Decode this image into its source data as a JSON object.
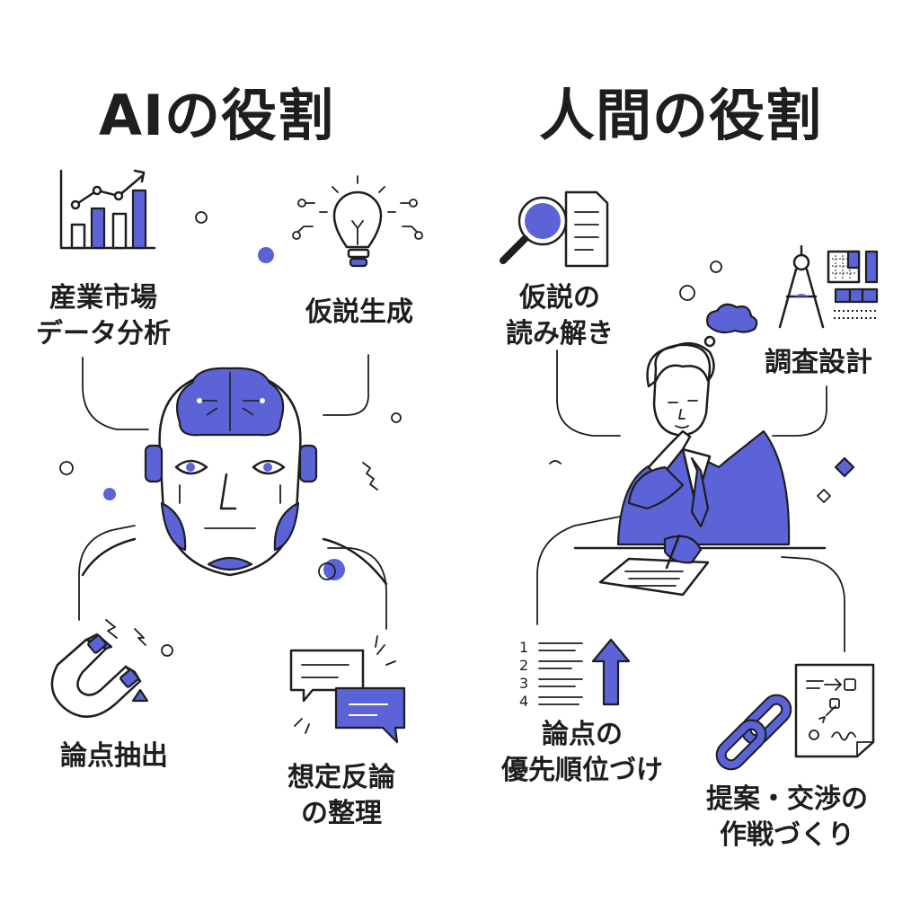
{
  "left": {
    "title": "AIの役割",
    "items": [
      {
        "id": "market",
        "lines": [
          "産業市場",
          "データ分析"
        ]
      },
      {
        "id": "hypo",
        "lines": [
          "仮説生成"
        ]
      },
      {
        "id": "issues",
        "lines": [
          "論点抽出"
        ]
      },
      {
        "id": "rebuttal",
        "lines": [
          "想定反論",
          "の整理"
        ]
      }
    ]
  },
  "right": {
    "title": "人間の役割",
    "items": [
      {
        "id": "read",
        "lines": [
          "仮説の",
          "読み解き"
        ]
      },
      {
        "id": "design",
        "lines": [
          "調査設計"
        ]
      },
      {
        "id": "priority",
        "lines": [
          "論点の",
          "優先順位づけ"
        ]
      },
      {
        "id": "strategy",
        "lines": [
          "提案・交渉の",
          "作戦づくり"
        ]
      }
    ],
    "priority_list_numbers": [
      "1",
      "2",
      "3",
      "4"
    ]
  },
  "colors": {
    "accent": "#5b63d6",
    "ink": "#1e1e1e",
    "bg": "#ffffff"
  },
  "icons": [
    "bar-chart-icon",
    "lightbulb-icon",
    "ai-robot-head-icon",
    "magnet-icon",
    "speech-bubbles-icon",
    "magnifier-document-icon",
    "compass-grid-icon",
    "thinking-businessman-icon",
    "priority-list-icon",
    "chain-link-icon",
    "plan-sheet-icon"
  ]
}
